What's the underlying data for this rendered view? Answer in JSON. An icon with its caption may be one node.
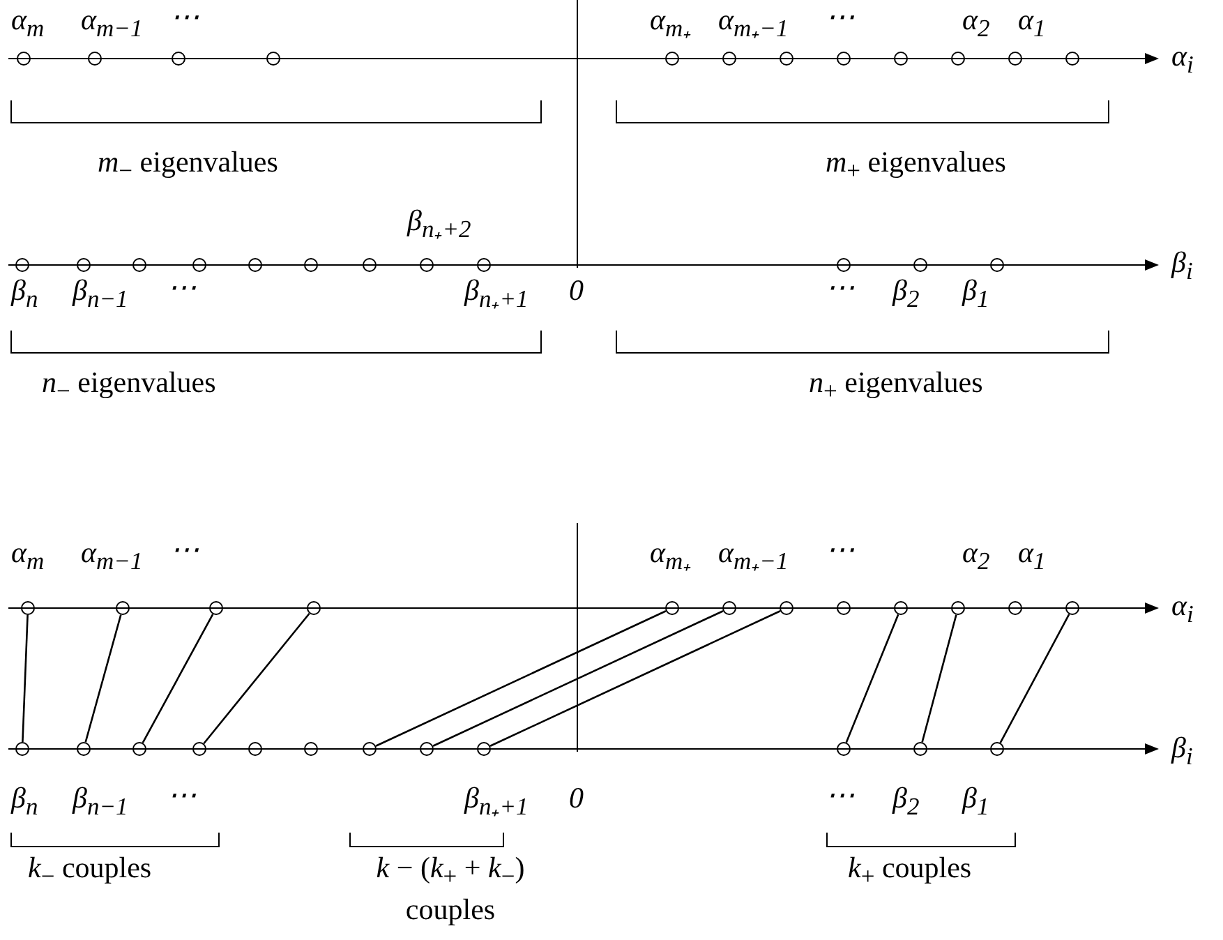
{
  "diagram": {
    "nodes": [
      {
        "text": [],
        "shape": "circle"
      },
      {
        "text": [],
        "shape": "circle"
      },
      {
        "text": [],
        "shape": "circle"
      },
      {
        "text": [],
        "shape": "circle"
      },
      {
        "text": [],
        "shape": "circle"
      },
      {
        "text": [],
        "shape": "circle"
      },
      {
        "text": [],
        "shape": "circle"
      },
      {
        "text": [],
        "shape": "circle"
      },
      {
        "text": [],
        "shape": "circle"
      },
      {
        "text": [],
        "shape": "circle"
      },
      {
        "text": [],
        "shape": "circle"
      },
      {
        "text": [],
        "shape": "circle"
      },
      {
        "text": [],
        "shape": "circle"
      },
      {
        "text": [],
        "shape": "circle"
      },
      {
        "text": [],
        "shape": "circle"
      },
      {
        "text": [],
        "shape": "circle"
      },
      {
        "text": [],
        "shape": "circle"
      },
      {
        "text": [],
        "shape": "circle"
      },
      {
        "text": [],
        "shape": "circle"
      },
      {
        "text": [],
        "shape": "circle"
      },
      {
        "text": [],
        "shape": "circle"
      },
      {
        "text": [],
        "shape": "circle"
      },
      {
        "text": [],
        "shape": "circle"
      },
      {
        "text": [],
        "shape": "circle"
      },
      {
        "text": [],
        "shape": "circle"
      },
      {
        "text": [],
        "shape": "circle"
      },
      {
        "text": [],
        "shape": "circle"
      },
      {
        "text": [],
        "shape": "circle"
      },
      {
        "text": [],
        "shape": "circle"
      },
      {
        "text": [],
        "shape": "circle"
      },
      {
        "text": [],
        "shape": "circle"
      },
      {
        "text": [],
        "shape": "circle"
      },
      {
        "text": [],
        "shape": "circle"
      },
      {
        "text": [],
        "shape": "circle"
      },
      {
        "text": [],
        "shape": "circle"
      },
      {
        "text": [],
        "shape": "circle"
      },
      {
        "text": [],
        "shape": "circle"
      },
      {
        "text": [],
        "shape": "circle"
      },
      {
        "text": [],
        "shape": "circle"
      },
      {
        "text": [],
        "shape": "circle"
      },
      {
        "text": [],
        "shape": "circle"
      },
      {
        "text": [],
        "shape": "circle"
      },
      {
        "text": [],
        "shape": "circle"
      },
      {
        "text": [],
        "shape": "circle"
      },
      {
        "text": [],
        "shape": "circle"
      },
      {
        "text": [],
        "shape": "circle"
      },
      {
        "text": [],
        "shape": "circle"
      },
      {
        "text": [],
        "shape": "circle"
      }
    ],
    "edges": [
      {
        "from": 36,
        "to": 24,
        "arrow": "none"
      },
      {
        "from": 37,
        "to": 25,
        "arrow": "none"
      },
      {
        "from": 38,
        "to": 26,
        "arrow": "none"
      },
      {
        "from": 39,
        "to": 27,
        "arrow": "none"
      },
      {
        "from": 42,
        "to": 28,
        "arrow": "none"
      },
      {
        "from": 43,
        "to": 29,
        "arrow": "none"
      },
      {
        "from": 44,
        "to": 30,
        "arrow": "none"
      },
      {
        "from": 45,
        "to": 32,
        "arrow": "none"
      },
      {
        "from": 46,
        "to": 33,
        "arrow": "none"
      },
      {
        "from": 47,
        "to": 35,
        "arrow": "none"
      }
    ],
    "labels": [
      "α$_{m}$",
      "α$_{m−1}$",
      "⋯",
      "α$_{m₊}$",
      "α$_{m₊−1}$",
      "⋯",
      "α$_{2}$",
      "α$_{1}$",
      "α$_{i}$",
      "*m*$_{−}$ eigenvalues",
      "*m*$_{+}$ eigenvalues",
      "β$_{n₊+2}$",
      "β$_{i}$",
      "β$_{n}$",
      "β$_{n−1}$",
      "⋯",
      "β$_{n₊+1}$",
      "0",
      "⋯",
      "β$_{2}$",
      "β$_{1}$",
      "*n*$_{−}$ eigenvalues",
      "*n*$_{+}$ eigenvalues",
      "α$_{m}$",
      "α$_{m−1}$",
      "⋯",
      "α$_{m₊}$",
      "α$_{m₊−1}$",
      "⋯",
      "α$_{2}$",
      "α$_{1}$",
      "α$_{i}$",
      "β$_{i}$",
      "β$_{n}$",
      "β$_{n−1}$",
      "⋯",
      "β$_{n₊+1}$",
      "0",
      "⋯",
      "β$_{2}$",
      "β$_{1}$",
      "*k*$_{−}$ couples",
      "*k* − (*k*$_{+}$ + *k*$_{−}$) couples",
      "*k*$_{+}$ couples"
    ]
  }
}
